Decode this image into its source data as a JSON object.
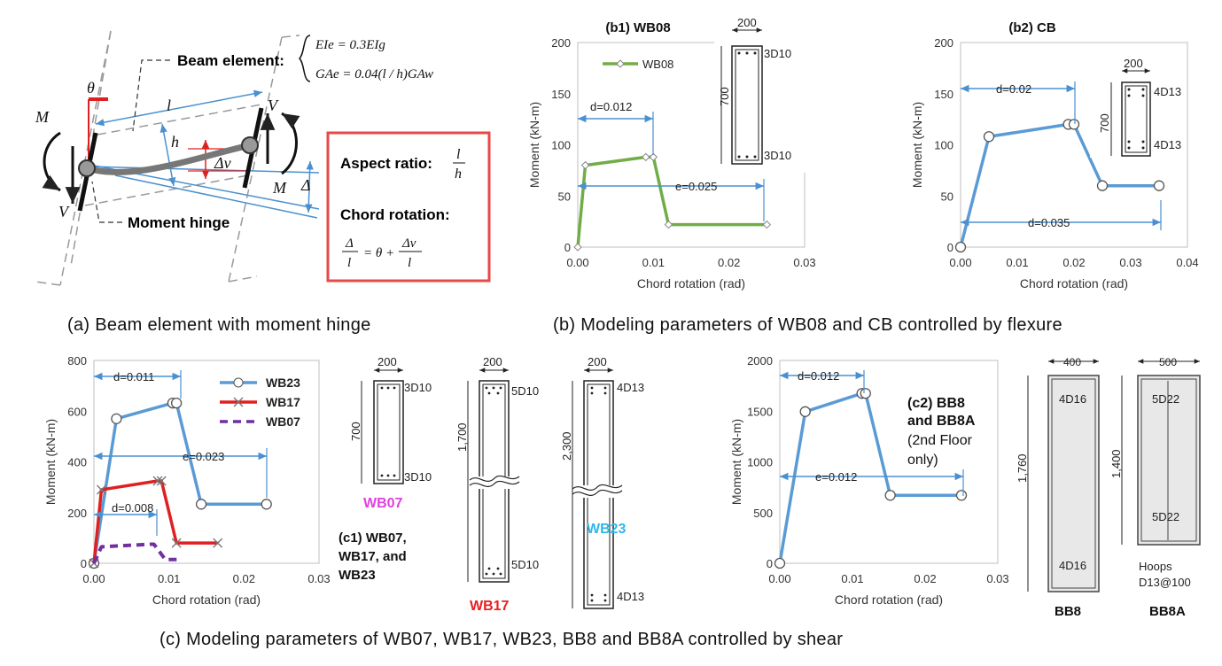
{
  "captions": {
    "a": "(a)  Beam  element  with  moment  hinge",
    "b": "(b)  Modeling  parameters  of  WB08  and  CB  controlled  by  flexure",
    "c": "(c)  Modeling  parameters  of  WB07,  WB17,  WB23,  BB8  and  BB8A  controlled  by  shear"
  },
  "diagram_a": {
    "beam_element": "Beam element:",
    "eq1": "EIe = 0.3EIg",
    "eq2": "GAe = 0.04(l / h)GAw",
    "moment_hinge": "Moment hinge",
    "theta": "θ",
    "l": "l",
    "h": "h",
    "M_left": "M",
    "V_left": "V",
    "V_right": "V",
    "M_right": "M",
    "delta_v": "Δv",
    "delta": "Δ",
    "box": {
      "aspect_ratio": "Aspect ratio:",
      "aspect_num": "l",
      "aspect_den": "h",
      "chord_rotation": "Chord rotation:",
      "eq_lhs_num": "Δ",
      "eq_lhs_den": "l",
      "eq_mid": "= θ +",
      "eq_rhs_num": "Δv",
      "eq_rhs_den": "l"
    }
  },
  "sections": {
    "wb08": {
      "width": "200",
      "height": "700",
      "top": "3D10",
      "bottom": "3D10"
    },
    "cb": {
      "width": "200",
      "height": "700",
      "top": "4D13",
      "bottom": "4D13"
    },
    "c1": [
      {
        "name": "WB07",
        "width": "200",
        "height": "700",
        "top": "3D10",
        "bottom": "3D10",
        "color": "#e040e0"
      },
      {
        "name": "WB17",
        "width": "200",
        "height": "1,700",
        "top": "5D10",
        "bottom": "5D10",
        "color": "#e82020"
      },
      {
        "name": "WB23",
        "width": "200",
        "height": "2,300",
        "top": "4D13",
        "bottom": "4D13",
        "color": "#2eb8e8"
      }
    ],
    "c1_title": [
      "(c1) WB07,",
      "WB17, and",
      "WB23"
    ],
    "bb8": {
      "name": "BB8",
      "width": "400",
      "height": "1,760",
      "top": "4D16",
      "bottom": "4D16"
    },
    "bb8a": {
      "name": "BB8A",
      "width": "500",
      "height": "1,400",
      "top": "5D22",
      "bottom": "5D22",
      "hoops1": "Hoops",
      "hoops2": "D13@100"
    }
  },
  "chart_data": [
    {
      "type": "line",
      "title": "(b1) WB08",
      "xlabel": "Chord rotation (rad)",
      "ylabel": "Moment (kN-m)",
      "xlim": [
        0,
        0.03
      ],
      "ylim": [
        0,
        200
      ],
      "xticks": [
        "0.00",
        "0.01",
        "0.02",
        "0.03"
      ],
      "yticks": [
        "0",
        "50",
        "100",
        "150",
        "200"
      ],
      "series": [
        {
          "name": "WB08",
          "color": "#70ad47",
          "marker": "diamond",
          "x": [
            0,
            0.001,
            0.009,
            0.01,
            0.012,
            0.025
          ],
          "y": [
            0,
            80,
            88,
            88,
            22,
            22
          ]
        }
      ],
      "annotations": [
        "d=0.012",
        "e=0.025"
      ]
    },
    {
      "type": "line",
      "title": "(b2) CB",
      "xlabel": "Chord rotation (rad)",
      "ylabel": "Moment (kN-m)",
      "xlim": [
        0,
        0.04
      ],
      "ylim": [
        0,
        200
      ],
      "xticks": [
        "0.00",
        "0.01",
        "0.02",
        "0.03",
        "0.04"
      ],
      "yticks": [
        "0",
        "50",
        "100",
        "150",
        "200"
      ],
      "series": [
        {
          "name": "CB",
          "color": "#5b9bd5",
          "marker": "circle",
          "x": [
            0,
            0.005,
            0.019,
            0.02,
            0.025,
            0.035
          ],
          "y": [
            0,
            108,
            120,
            120,
            60,
            60
          ]
        }
      ],
      "annotations": [
        "d=0.02",
        "d=0.035"
      ]
    },
    {
      "type": "line",
      "title": "(c1) WB07, WB17, and WB23",
      "xlabel": "Chord rotation (rad)",
      "ylabel": "Moment (kN-m)",
      "xlim": [
        0,
        0.03
      ],
      "ylim": [
        0,
        800
      ],
      "xticks": [
        "0.00",
        "0.01",
        "0.02",
        "0.03"
      ],
      "yticks": [
        "0",
        "200",
        "400",
        "600",
        "800"
      ],
      "series": [
        {
          "name": "WB23",
          "color": "#5b9bd5",
          "marker": "circle",
          "x": [
            0,
            0.003,
            0.0105,
            0.011,
            0.0143,
            0.023
          ],
          "y": [
            0,
            570,
            632,
            632,
            233,
            233
          ]
        },
        {
          "name": "WB17",
          "color": "#e02020",
          "marker": "x",
          "x": [
            0,
            0.001,
            0.0085,
            0.009,
            0.011,
            0.0165
          ],
          "y": [
            0,
            290,
            325,
            325,
            80,
            80
          ]
        },
        {
          "name": "WB07",
          "color": "#7030a0",
          "marker": "none",
          "dash": true,
          "x": [
            0,
            0.001,
            0.0075,
            0.008,
            0.0095,
            0.0115
          ],
          "y": [
            0,
            65,
            75,
            75,
            15,
            15
          ]
        }
      ],
      "annotations": [
        "d=0.011",
        "e=0.023",
        "d=0.008"
      ]
    },
    {
      "type": "line",
      "title": "(c2) BB8 and BB8A",
      "xlabel": "Chord rotation (rad)",
      "ylabel": "Moment (kN-m)",
      "xlim": [
        0,
        0.03
      ],
      "ylim": [
        0,
        2000
      ],
      "xticks": [
        "0.00",
        "0.01",
        "0.02",
        "0.03"
      ],
      "yticks": [
        "0",
        "500",
        "1000",
        "1500",
        "2000"
      ],
      "series": [
        {
          "name": "BB8 / BB8A",
          "color": "#5b9bd5",
          "marker": "circle",
          "x": [
            0,
            0.0035,
            0.0113,
            0.0118,
            0.0152,
            0.025
          ],
          "y": [
            0,
            1495,
            1675,
            1675,
            670,
            670
          ]
        }
      ],
      "annotations": [
        "d=0.012",
        "e=0.012"
      ],
      "note": [
        "(c2) BB8",
        "and BB8A",
        "(2nd Floor",
        "only)"
      ]
    }
  ]
}
